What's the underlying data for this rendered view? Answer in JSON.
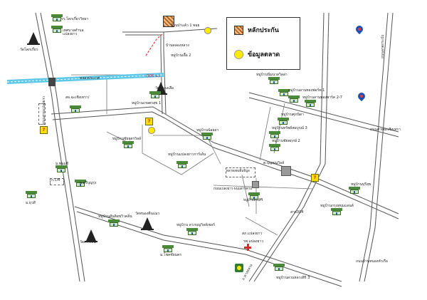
{
  "legend": {
    "items": [
      {
        "label": "หลักประกัน",
        "icon": "collateral-hatch-icon"
      },
      {
        "label": "ข้อมูลตลาด",
        "icon": "market-data-dot-icon"
      }
    ]
  },
  "labels": {
    "temple_top_left": "วัดโคกเกี๋ยว",
    "school_top": "รร.โคกเกี๋ยววิทยา",
    "tessaban": "เทศบาลตำบล\nแปลงยาว",
    "khlong": "คลองประเวศ",
    "sor_tor": "สจ.ฉะเชิงเทรา/",
    "road_left_vertical": "ถนนสายแปลงยาว",
    "moo_baan_kaset": "หมู่บ้านเกษตรสุข 1",
    "temple_nong": "วัดหนองเสือ",
    "distance": "(500 ม.)",
    "moo_baan_top": "บ้านป่าแค้ว 1 ซอย",
    "baan_kong": "บ้านคลองหลวง",
    "moo_baan_2": "หมู่บ้านเอื้อ 2",
    "moo_baan_chaiya": "หมู่บ้านชัยยุตรวิลล์",
    "moo_baan_noiya": "หมู่บ้านน้อยดา",
    "moo_baan_right1": "หมู่บ้านนิ่มนวลวิลล่า",
    "moo_baan_right2": "หมู่บ้านลานทองฟอร์ท 1",
    "moo_baan_right3": "หมู่บ้านลานทองพาร์ค 2-7",
    "moo_baan_right4": "หมู่บ้านศุภนิดา",
    "moo_baan_right5": "หมู่บ้านทรัพย์สมบูรณ์ 3",
    "moo_baan_right6": "หมู่บ้านชัยพฤกษ์ 2",
    "moo_baan_mid": "หมู่บ้านแปลงยาวการ์เด้น",
    "mor_mi": "ม.พนมดี",
    "mor_sri": "ม.ศรีบุญรุ่ง",
    "kor_cor": "ก.CM",
    "mor_yuwadee": "ม.ยุวดี",
    "market_right": "ตลาดสดเต็มพิบูล",
    "tambon_right": "ต.บุญคุณวิลล์",
    "road_mid": "ถนนแปลงยาว-พนมสารคาม",
    "moo_baan_sakhon": "หมู่บ้านทรงศิริ",
    "moo_baan_far_right1": "หมู่บ้านบุรีสุข",
    "moo_baan_far_right2": "หมู่บ้านกรุงสุขุมแลนด์",
    "wat_left": "วัดเกาะลิน",
    "wat_mid": "วัดหนองตีนแมว",
    "moo_baan_low1": "หมู่บ้านสันติสุขวิวคลิ่น",
    "moo_baan_low2": "หมู่บ้าน ลาภบุญวิลล์เซอร์",
    "mor_tayom": "ม.โชคชัยนคร",
    "sor_tor_2": "สภ.แปลงยาว",
    "ror_por": "รพ.แปลงยาว",
    "moo_baan_bottom": "หมู่บ้านสวนหลวงสิริ 3",
    "road_right_vertical": "ถนนลาดกระบัง",
    "road_right_horiz": "ถนนสายฉะเชิงเทรา",
    "road_bottom_right": "ถนนบ้านหนองหัวเรือ",
    "road_diag": "ถ.ทางหลวง",
    "road_404": "สาย304"
  }
}
